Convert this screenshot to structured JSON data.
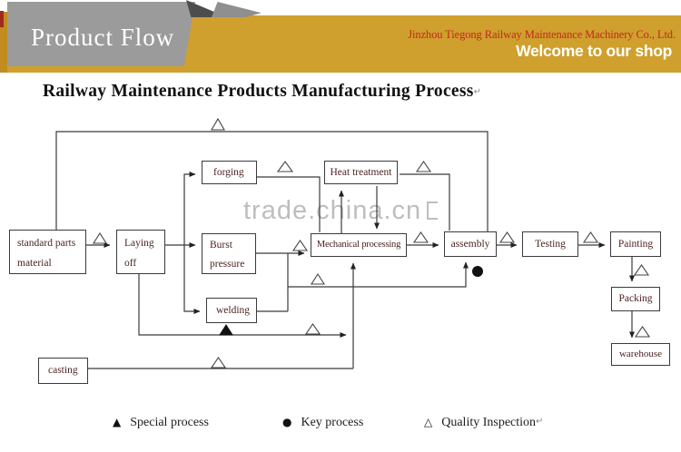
{
  "header": {
    "ribbon_title": "Product Flow",
    "company": "Jinzhou Tiegong Railway Maintenance Machinery Co., Ltd.",
    "welcome": "Welcome to our shop",
    "colors": {
      "gold": "#cfa02d",
      "ribbon_gray": "#9b9b9b",
      "company_red": "#c5271f"
    }
  },
  "title": {
    "text": "Railway Maintenance Products Manufacturing Process",
    "return_mark": "↵"
  },
  "watermark": {
    "text": "trade.china.cn"
  },
  "diagram": {
    "line_color": "#3b3b3b",
    "box_text_color": "#4a241f",
    "boxes": [
      {
        "id": "standard-parts-material",
        "label": "standard parts material"
      },
      {
        "id": "laying-off",
        "label": "Laying off"
      },
      {
        "id": "forging",
        "label": "forging"
      },
      {
        "id": "burst-pressure",
        "label": "Burst pressure"
      },
      {
        "id": "welding",
        "label": "welding"
      },
      {
        "id": "heat-treatment",
        "label": "Heat treatment"
      },
      {
        "id": "mechanical-processing",
        "label": "Mechanical processing"
      },
      {
        "id": "assembly",
        "label": "assembly"
      },
      {
        "id": "testing",
        "label": "Testing"
      },
      {
        "id": "painting",
        "label": "Painting"
      },
      {
        "id": "packing",
        "label": "Packing"
      },
      {
        "id": "warehouse",
        "label": "warehouse"
      },
      {
        "id": "casting",
        "label": "casting"
      }
    ]
  },
  "legend": {
    "items": [
      {
        "symbol": "▲",
        "label": "Special process"
      },
      {
        "symbol": "●",
        "label": "Key process"
      },
      {
        "symbol": "△",
        "label": "Quality Inspection"
      }
    ],
    "return_mark": "↵"
  }
}
